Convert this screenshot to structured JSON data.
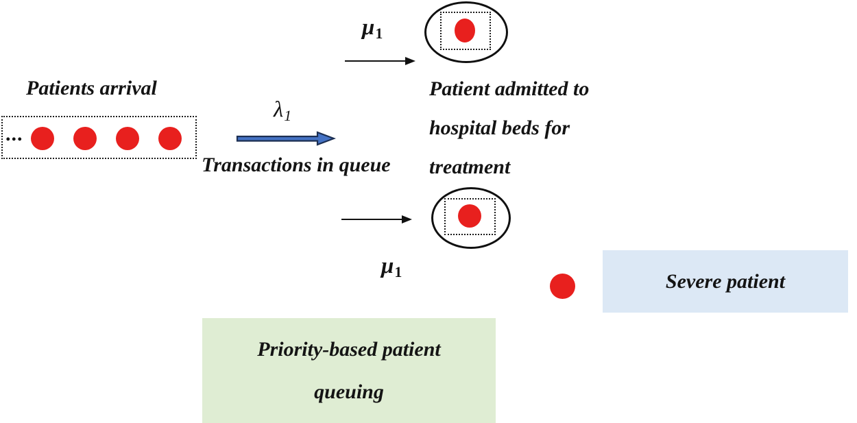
{
  "labels": {
    "patients_arrival": "Patients arrival",
    "queue_ellipsis": "...",
    "lambda": "λ",
    "lambda_sub": "1",
    "transactions_in_queue": "Transactions in queue",
    "mu": "μ",
    "mu_sub": "1",
    "admitted_line1": "Patient admitted to",
    "admitted_line2": "hospital beds for",
    "admitted_line3": "treatment",
    "severe_patient": "Severe patient",
    "priority_line1": "Priority-based patient",
    "priority_line2": "queuing"
  },
  "queue": {
    "dot_count": 4
  },
  "colors": {
    "patient_red": "#e8201e",
    "ink": "#141414",
    "arrow_blue_fill": "#4472c4",
    "arrow_blue_stroke": "#1c2f52",
    "severe_box_bg": "#dce8f5",
    "priority_box_bg": "#dfedd3"
  }
}
